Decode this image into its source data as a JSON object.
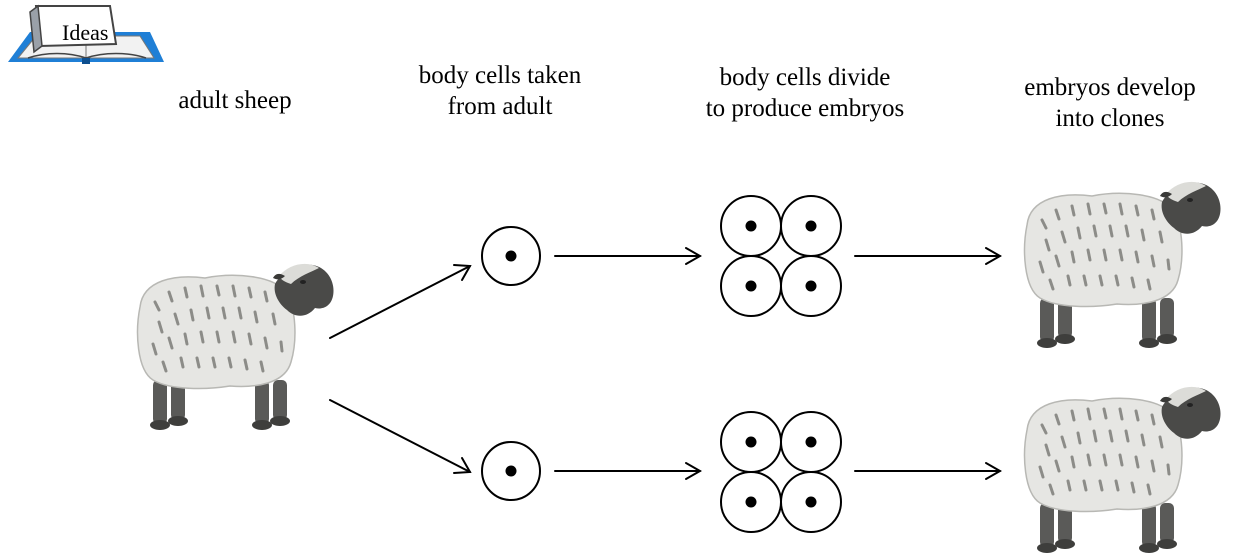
{
  "badge": {
    "label": "Ideas"
  },
  "columns": {
    "adult": {
      "lines": [
        "adult sheep"
      ]
    },
    "cells": {
      "lines": [
        "body cells taken",
        "from adult"
      ]
    },
    "divide": {
      "lines": [
        "body cells divide",
        "to produce embryos"
      ]
    },
    "develop": {
      "lines": [
        "embryos develop",
        "into clones"
      ]
    }
  },
  "colors": {
    "wool": "#e6e6e3",
    "wool_marks": "#8c8c88",
    "face": "#4a4a48",
    "legs": "#5a5a58",
    "book_blue": "#1f7fd6",
    "book_page": "#f2f2f2"
  }
}
